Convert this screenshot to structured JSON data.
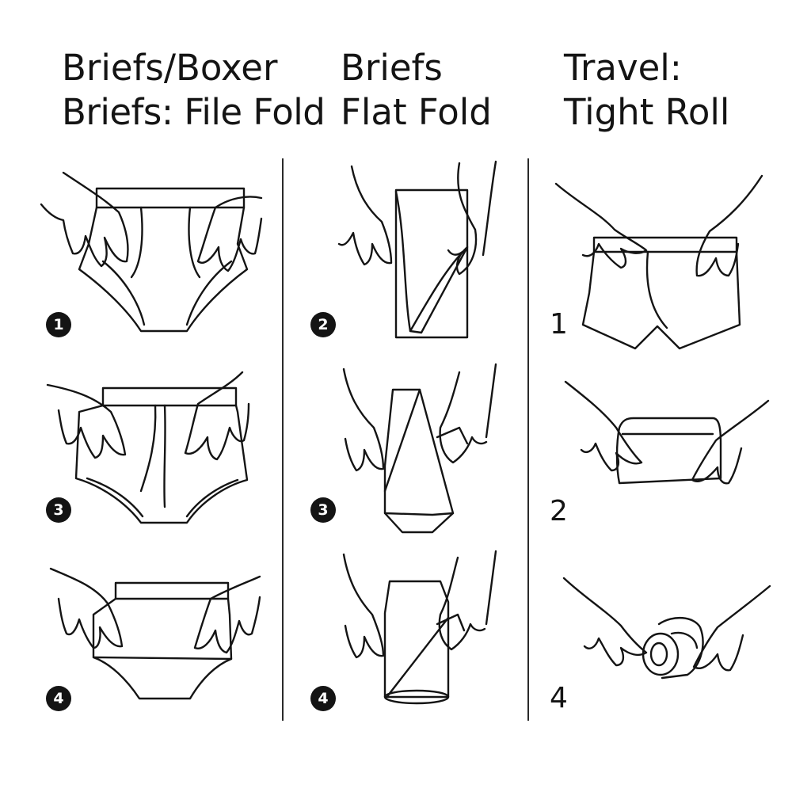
{
  "columns": [
    {
      "title_line1": "Briefs/Boxer",
      "title_line2": "Briefs: File Fold",
      "steps": [
        "1",
        "3",
        "4"
      ]
    },
    {
      "title_line1": "Briefs",
      "title_line2": "Flat Fold",
      "steps": [
        "2",
        "3",
        "4"
      ]
    },
    {
      "title_line1": "Travel:",
      "title_line2": "Tight Roll",
      "steps": [
        "1",
        "2",
        "4"
      ]
    }
  ],
  "colors": {
    "ink": "#141414",
    "background": "#ffffff"
  }
}
